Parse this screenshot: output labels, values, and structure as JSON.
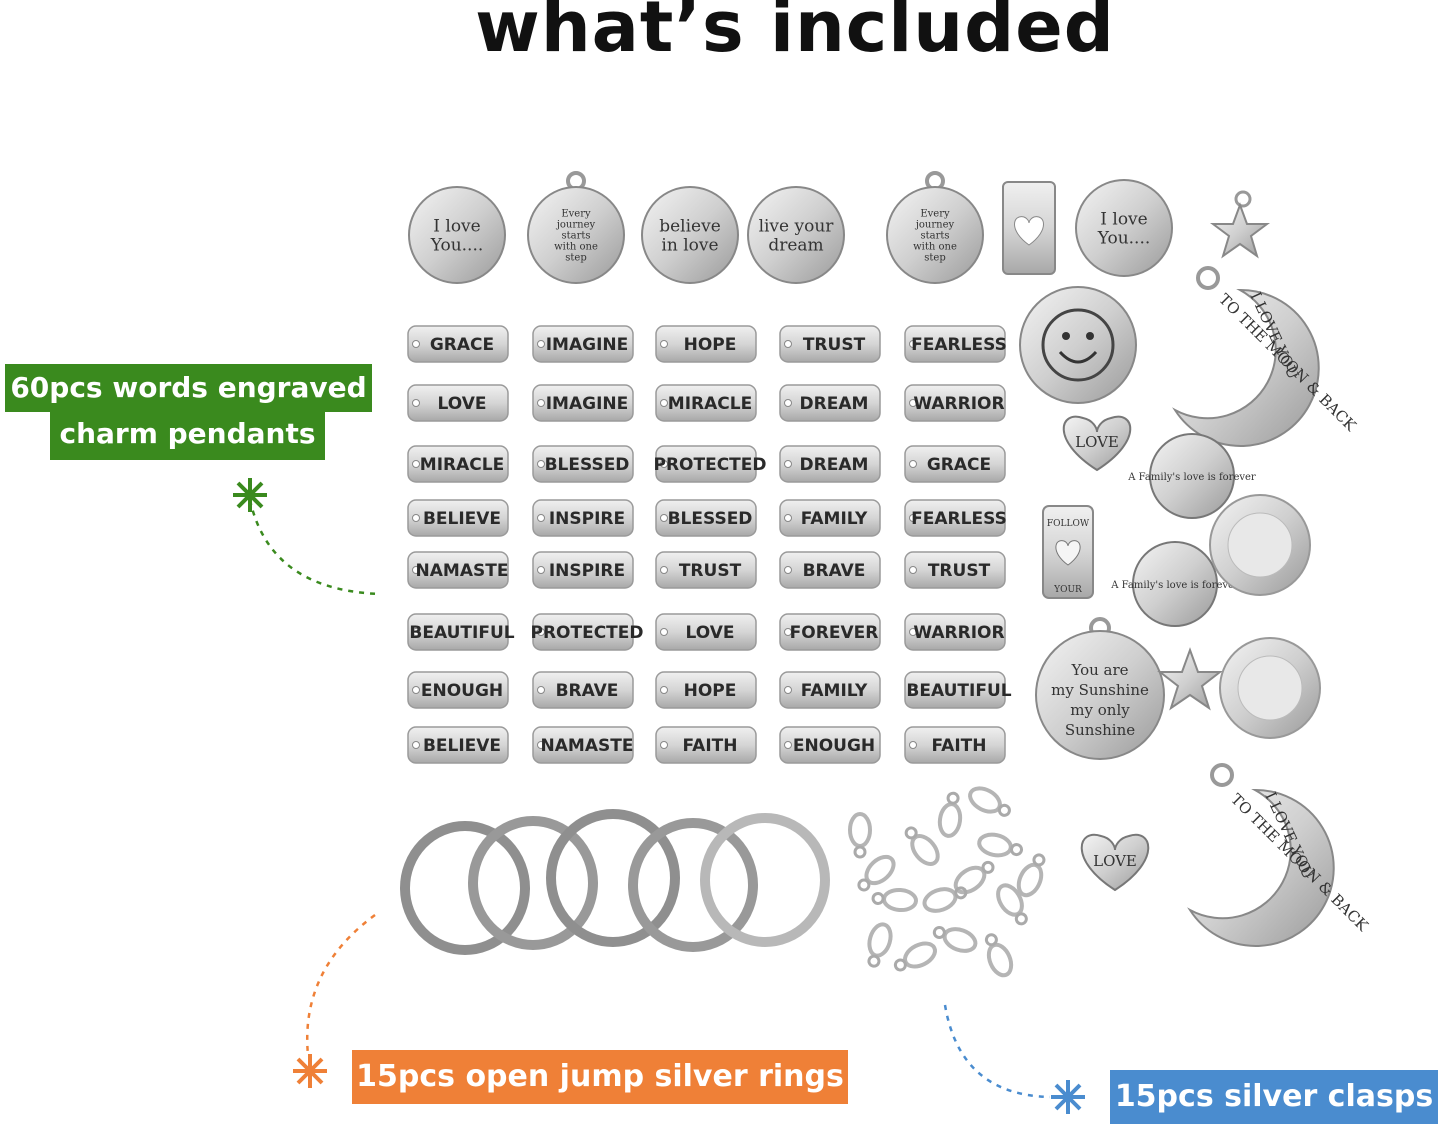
{
  "title": "what’s included",
  "labels": {
    "words_line1": "60pcs words engraved",
    "words_line2": "charm pendants",
    "rings": "15pcs open jump silver rings",
    "clasps": "15pcs silver clasps"
  },
  "colors": {
    "green": "#3a8a1e",
    "orange": "#ef8037",
    "blue": "#4a8ccf"
  },
  "round_charms": [
    "I love You....",
    "Every journey starts with one step",
    "believe in love",
    "live your dream",
    "Every journey starts with one step",
    "",
    "I love You...."
  ],
  "word_tags": [
    [
      "GRACE",
      "IMAGINE",
      "HOPE",
      "TRUST",
      "FEARLESS"
    ],
    [
      "LOVE",
      "IMAGINE",
      "MIRACLE",
      "DREAM",
      "WARRIOR"
    ],
    [
      "MIRACLE",
      "BLESSED",
      "PROTECTED",
      "DREAM",
      "GRACE"
    ],
    [
      "BELIEVE",
      "INSPIRE",
      "BLESSED",
      "FAMILY",
      "FEARLESS"
    ],
    [
      "NAMASTE",
      "INSPIRE",
      "TRUST",
      "BRAVE",
      "TRUST"
    ],
    [
      "BEAUTIFUL",
      "PROTECTED",
      "LOVE",
      "FOREVER",
      "WARRIOR"
    ],
    [
      "ENOUGH",
      "BRAVE",
      "HOPE",
      "FAMILY",
      "BEAUTIFUL"
    ],
    [
      "BELIEVE",
      "NAMASTE",
      "FAITH",
      "ENOUGH",
      "FAITH"
    ]
  ],
  "side_charms": {
    "moon": "TO THE MOON & BACK",
    "moon_love": "I LOVE YOU",
    "heart": "LOVE",
    "family": "A Family's love is forever",
    "follow": "FOLLOW",
    "follow2": "YOUR",
    "sunshine": [
      "You are",
      "my Sunshine",
      "my only",
      "Sunshine"
    ]
  }
}
